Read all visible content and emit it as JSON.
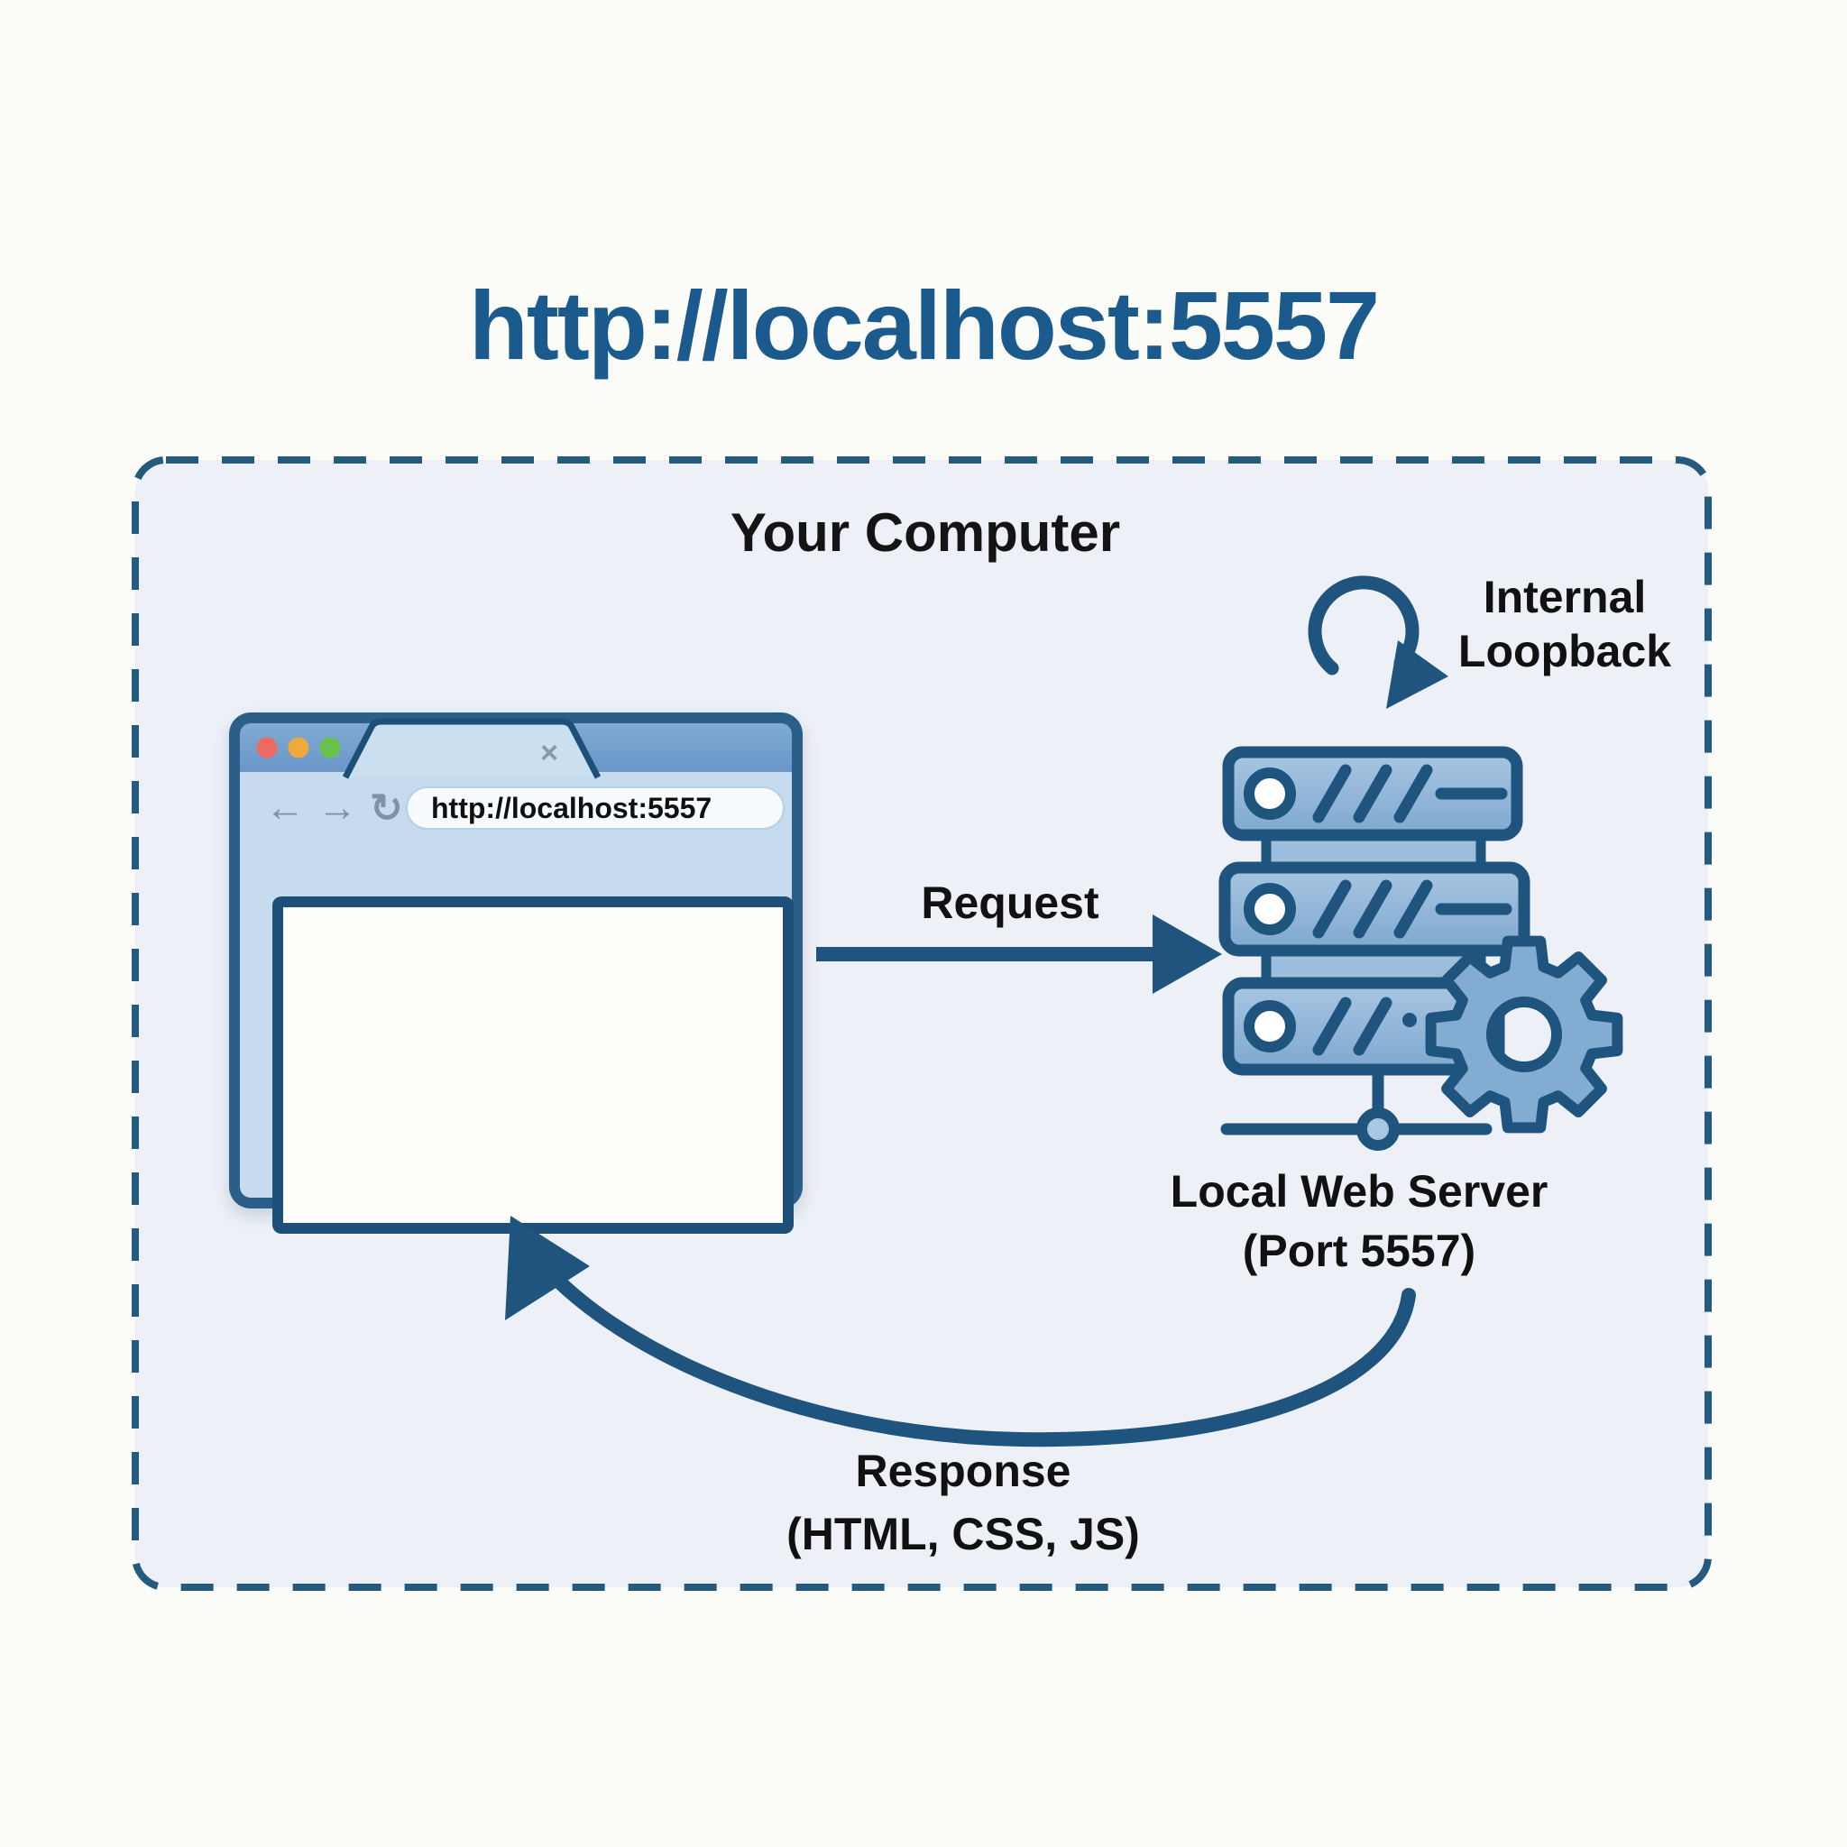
{
  "title": "http://localhost:5557",
  "computer_box": {
    "label": "Your Computer"
  },
  "browser": {
    "url": "http://localhost:5557",
    "tab_close": "×",
    "nav": {
      "back": "←",
      "forward": "→",
      "refresh": "↻"
    },
    "traffic_lights": [
      "#ee6a60",
      "#f0a93c",
      "#68c148"
    ]
  },
  "request": {
    "label": "Request"
  },
  "loopback": {
    "line1": "Internal",
    "line2": "Loopback"
  },
  "server": {
    "line1": "Local Web Server",
    "line2": "(Port 5557)"
  },
  "response": {
    "line1": "Response",
    "line2": "(HTML, CSS, JS)"
  },
  "colors": {
    "accent": "#1e547d",
    "title_text": "#1b5a8c",
    "box_border": "#235a7d",
    "box_fill": "#edf1f7",
    "window_frame": "#2b5e88",
    "titlebar": "#74a1ce",
    "toolbar": "#c6dbee",
    "server_fill": "#83acd2"
  }
}
